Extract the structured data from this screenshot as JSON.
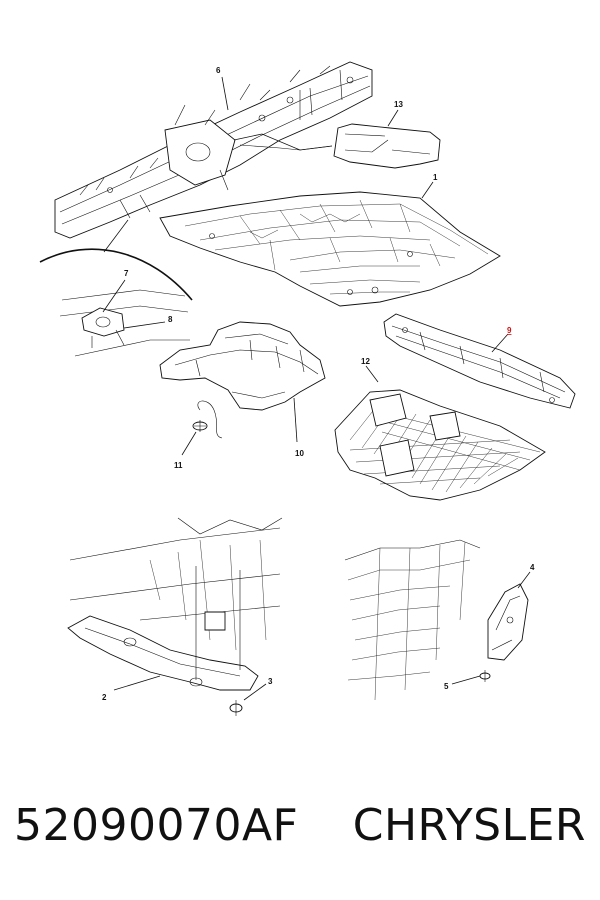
{
  "callouts": {
    "c1": "1",
    "c2": "2",
    "c3": "3",
    "c4": "4",
    "c5": "5",
    "c6": "6",
    "c7": "7",
    "c8": "8",
    "c9": "9",
    "c10": "10",
    "c11": "11",
    "c12": "12",
    "c13": "13"
  },
  "caption": {
    "part_number": "52090070AF",
    "brand": "CHRYSLER"
  },
  "colors": {
    "ink": "#111111",
    "highlight": "#d01010",
    "background": "#ffffff"
  }
}
